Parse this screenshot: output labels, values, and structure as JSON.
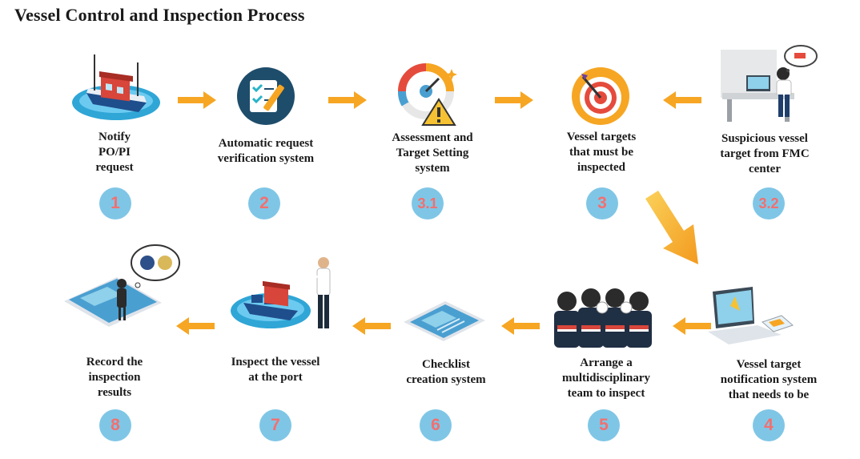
{
  "title": "Vessel Control and Inspection Process",
  "colors": {
    "arrow": "#f6a623",
    "badge_bg": "#7fc6e6",
    "badge_text": "#f36f6f"
  },
  "steps": [
    {
      "id": "s1",
      "number": "1",
      "label": "Notify\nPO/PI\nrequest",
      "icon": "fishing-boat-icon"
    },
    {
      "id": "s2",
      "number": "2",
      "label": "Automatic request\nverification system",
      "icon": "checklist-pen-icon"
    },
    {
      "id": "s31",
      "number": "3.1",
      "label": "Assessment and\nTarget Setting\nsystem",
      "icon": "gauge-warning-icon"
    },
    {
      "id": "s3",
      "number": "3",
      "label": "Vessel targets\nthat must be\ninspected",
      "icon": "target-icon"
    },
    {
      "id": "s32",
      "number": "3.2",
      "label": "Suspicious vessel\ntarget from FMC\ncenter",
      "icon": "monitoring-desk-icon"
    },
    {
      "id": "s4",
      "number": "4",
      "label": "Vessel target\nnotification system\nthat needs to be",
      "icon": "laptop-phone-icon"
    },
    {
      "id": "s5",
      "number": "5",
      "label": "Arrange a\nmultidisciplinary\nteam to inspect",
      "icon": "inspection-team-icon"
    },
    {
      "id": "s6",
      "number": "6",
      "label": "Checklist\ncreation system",
      "icon": "tablet-icon"
    },
    {
      "id": "s7",
      "number": "7",
      "label": "Inspect the vessel\nat the port",
      "icon": "inspector-boat-icon"
    },
    {
      "id": "s8",
      "number": "8",
      "label": "Record the\ninspection\nresults",
      "icon": "record-tablet-icon"
    }
  ]
}
